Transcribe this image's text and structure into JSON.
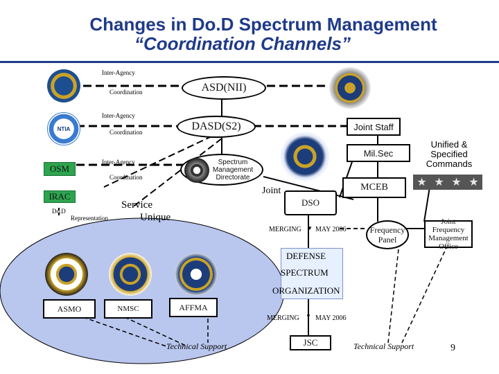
{
  "title": {
    "line1": "Changes in Do.D Spectrum Management",
    "line2": "“Coordination Channels”"
  },
  "left": {
    "interagency_1": "Inter-Agency",
    "coordination_1": "Coordination",
    "interagency_2": "Inter-Agency",
    "coordination_2": "Coordination",
    "interagency_3": "Inter-Agency",
    "coordination_3": "Coordination",
    "osm": "OSM",
    "irac": "IRAC",
    "dod": "Do.D",
    "representation": "Representation",
    "service": "Service",
    "unique": "Unique"
  },
  "center": {
    "asd_nii": "ASD(NII)",
    "dasd_s2": "DASD(S2)",
    "smd": "Spectrum Management Directorate",
    "joint": "Joint",
    "dso": "DSO",
    "merging_1": "MERGING",
    "may_1": "MAY 2006",
    "defense": "DEFENSE",
    "spectrum": "SPECTRUM",
    "organization": "ORGANIZATION",
    "merging_2": "MERGING",
    "may_2": "MAY 2006",
    "jsc": "JSC"
  },
  "right": {
    "joint_staff": "Joint Staff",
    "milsec": "Mil.Sec",
    "unified_commands": "Unified & Specified Commands",
    "mceb": "MCEB",
    "frequency_panel": "Frequency Panel",
    "jfmo": "Joint Frequency Management Office"
  },
  "bottom": {
    "asmo": "ASMO",
    "nmsc": "NMSC",
    "affma": "AFFMA",
    "tech_support_left": "Technical Support",
    "tech_support_right": "Technical Support",
    "page_number": "9"
  },
  "colors": {
    "title": "#1f3a8a",
    "green_box": "#2ea44f",
    "ellipse_fill": "#b9c6ee",
    "defense_box": "#e7f0ff"
  }
}
